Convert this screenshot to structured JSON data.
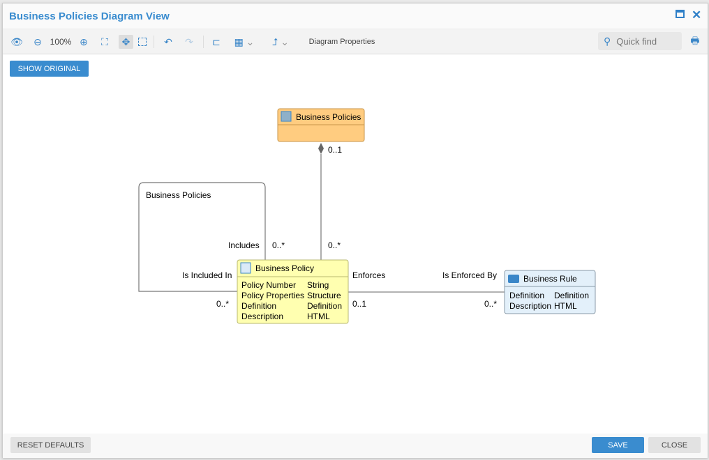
{
  "window": {
    "title": "Business Policies Diagram View",
    "icons": [
      "maximize-icon",
      "close-icon"
    ]
  },
  "toolbar": {
    "zoom": "100%",
    "diagram_properties": "Diagram Properties",
    "quick_find_placeholder": "Quick find"
  },
  "show_original": "SHOW ORIGINAL",
  "diagram": {
    "parent": {
      "name": "Business Policies",
      "color": "#ffcc80"
    },
    "policy": {
      "name": "Business Policy",
      "color": "#ffffb0",
      "attributes": [
        [
          "Policy Number",
          "String"
        ],
        [
          "Policy Properties",
          "Structure"
        ],
        [
          "Definition",
          "Definition"
        ],
        [
          "Description",
          "HTML"
        ]
      ]
    },
    "rule": {
      "name": "Business Rule",
      "color": "#e3f0fa",
      "attributes": [
        [
          "Definition",
          "Definition"
        ],
        [
          "Description",
          "HTML"
        ]
      ]
    },
    "composition": {
      "parent_mult": "0..1",
      "child_mult": "0..*"
    },
    "self_assoc": {
      "label": "Business Policies",
      "role_a": "Includes",
      "mult_a": "0..*",
      "role_b": "Is Included In",
      "mult_b": "0..*"
    },
    "enforce_assoc": {
      "role_a": "Enforces",
      "mult_a": "0..1",
      "role_b": "Is Enforced By",
      "mult_b": "0..*"
    }
  },
  "footer": {
    "reset": "RESET DEFAULTS",
    "save": "SAVE",
    "close": "CLOSE"
  }
}
